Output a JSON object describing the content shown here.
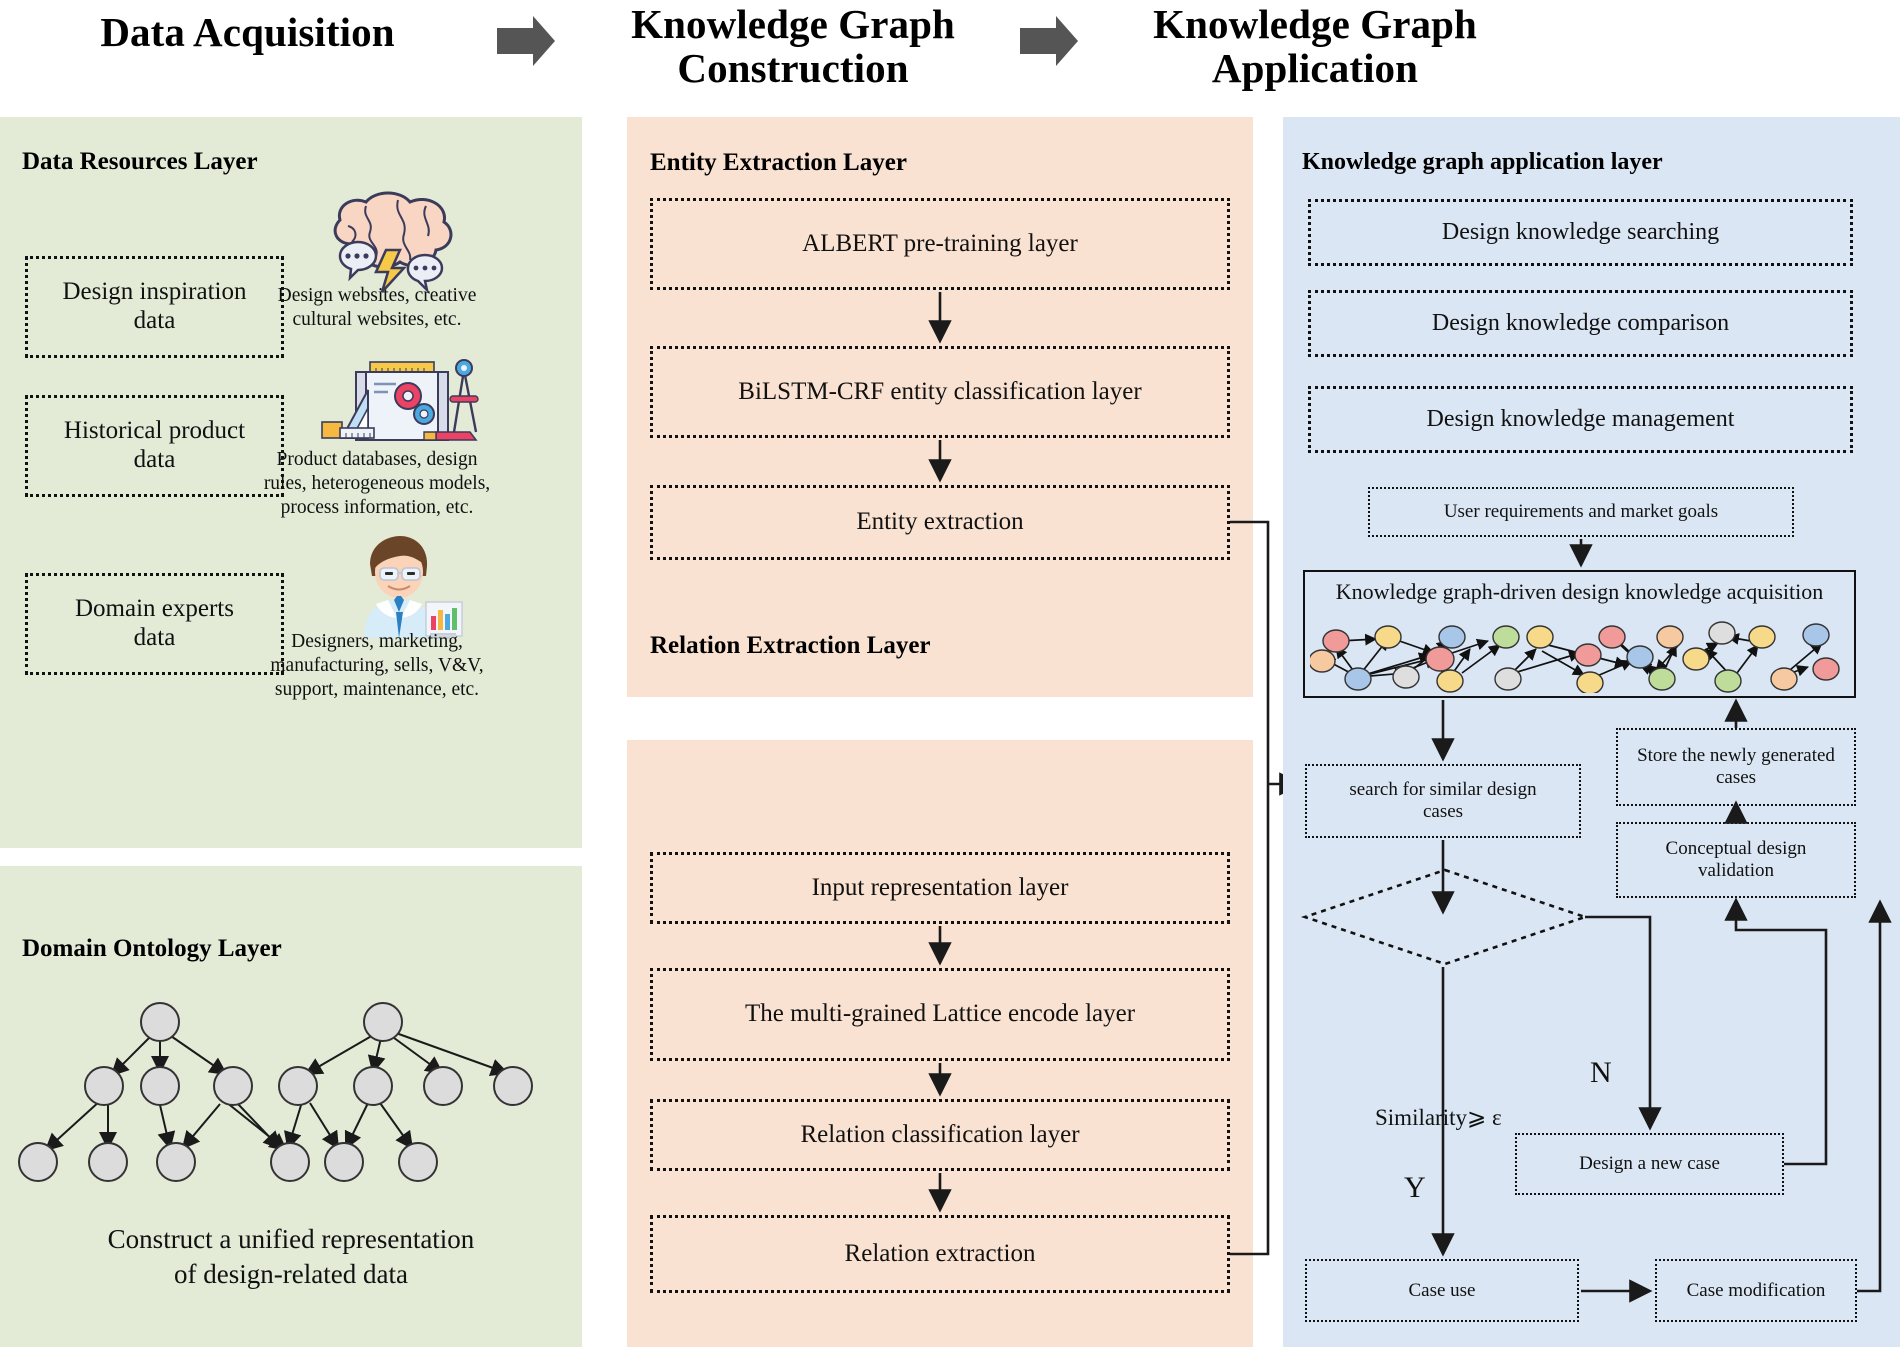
{
  "columns": [
    {
      "title": "Data Acquisition"
    },
    {
      "title": "Knowledge Graph\nConstruction"
    },
    {
      "title": "Knowledge Graph\nApplication"
    }
  ],
  "col1_title_line1": "Data Acquisition",
  "col2_title_line1": "Knowledge Graph",
  "col2_title_line2": "Construction",
  "col3_title_line1": "Knowledge Graph",
  "col3_title_line2": "Application",
  "data_resources_layer": {
    "title": "Data Resources Layer",
    "items": [
      {
        "box": "Design inspiration\ndata",
        "caption": "Design websites, creative\ncultural websites, etc.",
        "icon": "brain-idea-icon"
      },
      {
        "box": "Historical product\ndata",
        "caption": "Product databases, design\nrules, heterogeneous models,\nprocess information, etc.",
        "icon": "blueprint-drafting-icon"
      },
      {
        "box": "Domain experts\ndata",
        "caption": "Designers, marketing,\nmanufacturing, sells, V&V,\nsupport, maintenance, etc.",
        "icon": "expert-person-icon"
      }
    ]
  },
  "domain_ontology_layer": {
    "title": "Domain Ontology Layer",
    "footer": "Construct a unified representation\nof design-related data"
  },
  "entity_extraction_layer": {
    "title": "Entity Extraction Layer",
    "boxes": [
      "ALBERT pre-training layer",
      "BiLSTM-CRF entity classification layer",
      "Entity extraction"
    ]
  },
  "relation_extraction_layer": {
    "title": "Relation Extraction Layer",
    "boxes": [
      "Input representation layer",
      "The multi-grained Lattice encode layer",
      "Relation classification layer",
      "Relation extraction"
    ]
  },
  "kg_application_layer": {
    "title": "Knowledge graph application layer",
    "boxes": [
      "Design knowledge searching",
      "Design knowledge comparison",
      "Design knowledge management"
    ],
    "user_requirements": "User requirements and market goals",
    "acquisition_title": "Knowledge graph-driven design knowledge acquisition",
    "search_similar": "search for similar design\ncases",
    "store_cases": "Store the newly generated\ncases",
    "conceptual_validation": "Conceptual design\nvalidation",
    "similarity": "Similarity⩾ ε",
    "branch_yes": "Y",
    "branch_no": "N",
    "design_new_case": "Design a new case",
    "case_use": "Case use",
    "case_modification": "Case modification"
  },
  "colors": {
    "panel_green": "#e3ebd7",
    "panel_orange": "#fae2d2",
    "panel_blue": "#dbe6f4",
    "arrow_gray": "#4d4d4d",
    "stroke": "#111111"
  },
  "chart_data": {
    "type": "diagram",
    "title": "Knowledge graph framework for design knowledge acquisition",
    "ontology_nodes": 20,
    "kg_nodes": 22
  }
}
